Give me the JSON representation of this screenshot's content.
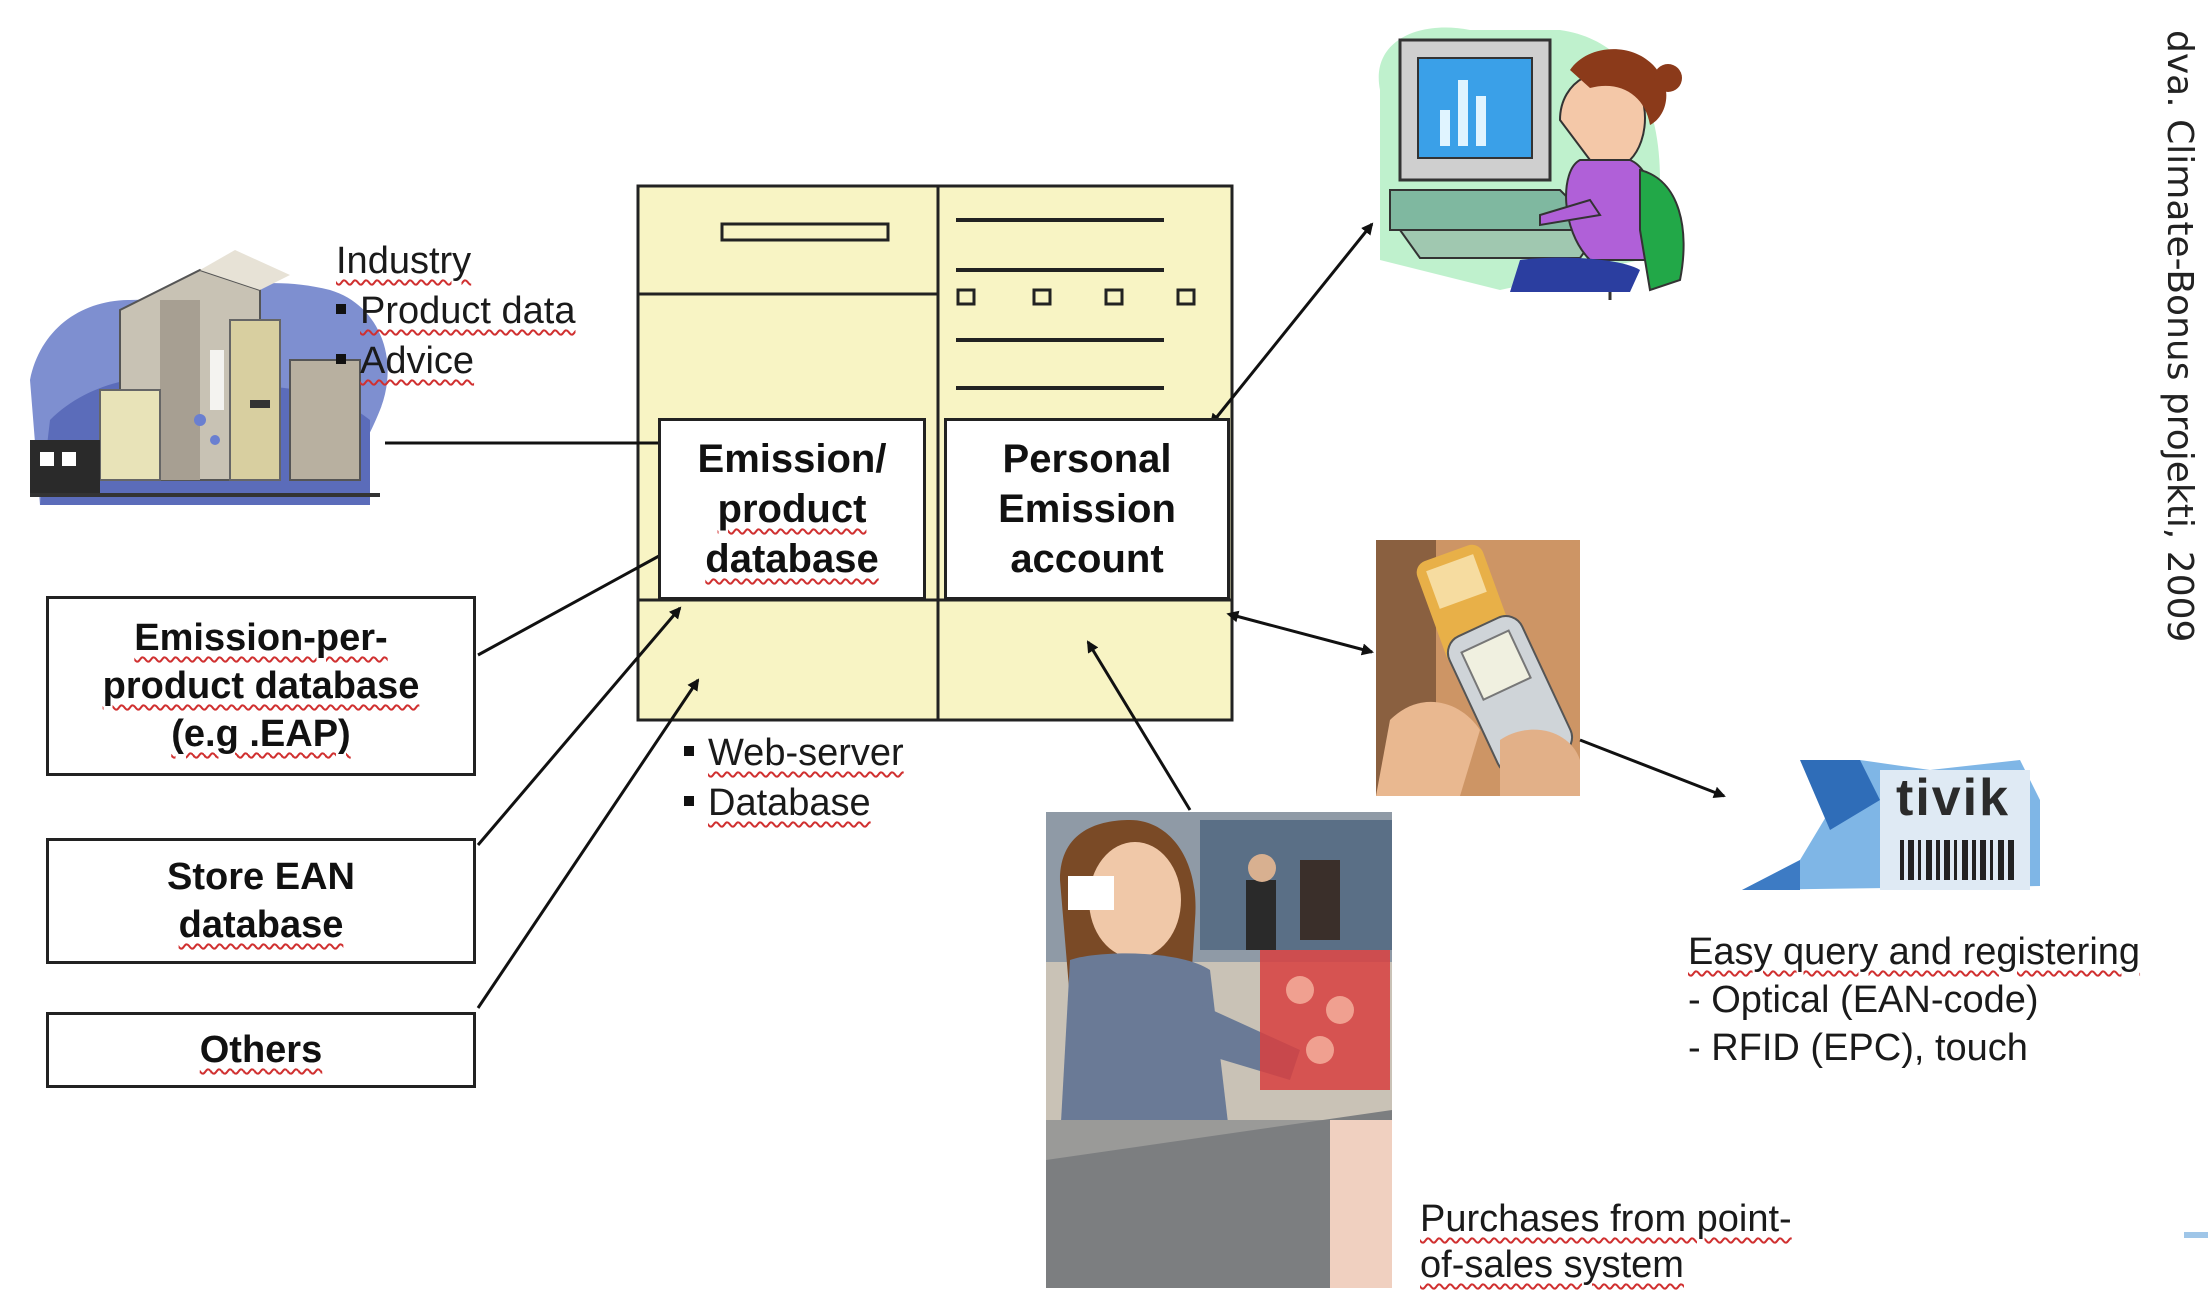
{
  "side_caption": "dva. Climate-Bonus projekti, 2009",
  "industry": {
    "title": "Industry",
    "items": [
      "Product data",
      "Advice"
    ]
  },
  "server": {
    "left_box": [
      "Emission/",
      "product",
      "database"
    ],
    "right_box": [
      "Personal",
      "Emission",
      "account"
    ],
    "items": [
      "Web-server",
      "Database"
    ]
  },
  "sources": [
    {
      "lines": [
        "Emission-per-",
        "product database",
        "(e.g .EAP)"
      ]
    },
    {
      "lines": [
        "Store EAN",
        "database"
      ]
    },
    {
      "lines": [
        "Others"
      ]
    }
  ],
  "scanner": {
    "title": "Easy  query and registering",
    "items": [
      "-  Optical (EAN-code)",
      "- RFID (EPC), touch"
    ],
    "logo_text": "tivik"
  },
  "pos_caption": [
    "Purchases from point-",
    "of-sales system"
  ],
  "colors": {
    "server_fill": "#f8f4c4",
    "arrow": "#111111"
  }
}
